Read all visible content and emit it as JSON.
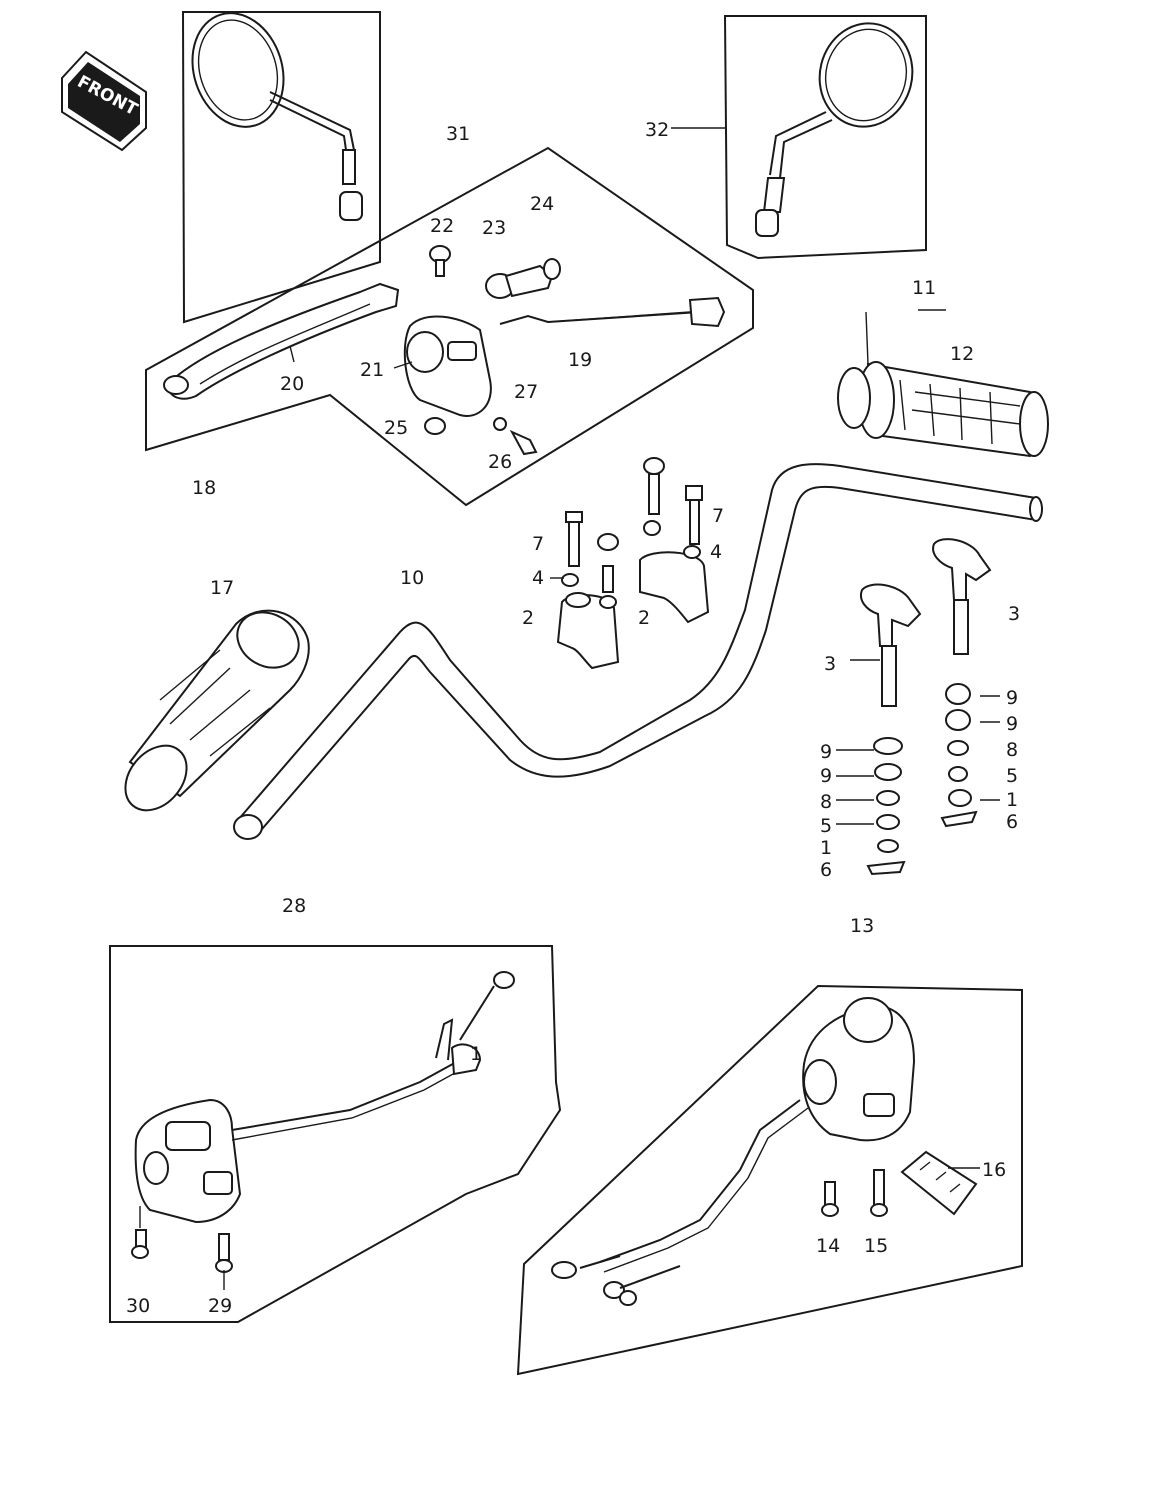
{
  "badge": {
    "text": "FRONT"
  },
  "labels": {
    "p1a": "1",
    "p1b": "1",
    "p1c": "1",
    "p2a": "2",
    "p2b": "2",
    "p3a": "3",
    "p3b": "3",
    "p4a": "4",
    "p4b": "4",
    "p5a": "5",
    "p5b": "5",
    "p6a": "6",
    "p6b": "6",
    "p7a": "7",
    "p7b": "7",
    "p8a": "8",
    "p8b": "8",
    "p9a": "9",
    "p9b": "9",
    "p9c": "9",
    "p9d": "9",
    "p10": "10",
    "p11": "11",
    "p12": "12",
    "p13": "13",
    "p14": "14",
    "p15": "15",
    "p16": "16",
    "p17": "17",
    "p18": "18",
    "p19": "19",
    "p20": "20",
    "p21": "21",
    "p22": "22",
    "p23": "23",
    "p24": "24",
    "p25": "25",
    "p26": "26",
    "p27": "27",
    "p28": "28",
    "p29": "29",
    "p30": "30",
    "p31": "31",
    "p32": "32"
  }
}
